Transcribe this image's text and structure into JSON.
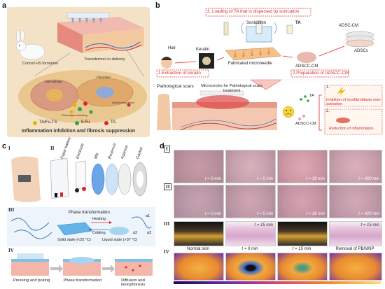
{
  "panels": {
    "a": "a",
    "b": "b",
    "c": "c",
    "d": "d"
  },
  "panel_a": {
    "control": "Control HS formation",
    "transdermal": "Transdermal co-delivery",
    "macrophage": "Macrophage",
    "fibroblast": "Fibroblast",
    "phenotype": "Phenotype switching",
    "antifibrosis": "Anti-fibrosis effect",
    "legend": [
      {
        "label": "TA/Fu-TS",
        "color": "#e6b400"
      },
      {
        "label": "5-Fu",
        "color": "#2aa84a"
      },
      {
        "label": "TA",
        "color": "#d9262b"
      }
    ],
    "caption": "Inflammation inhibition and fibrosis suppression"
  },
  "panel_b": {
    "step3": "3. Loading of TA that is dispersed by sonication",
    "step1": "1.Extraction of keratin",
    "step2": "2.Preparation of ADSCC-CM",
    "sonication": "Sonication",
    "ta": "TA",
    "hair": "Hair",
    "keratin": "Keratin",
    "fabricated": "Fabricated microneedle",
    "adscc_cm": "ADSCC-CM",
    "adsc_cm": "ADSC-CM",
    "adscs": "ADSCs",
    "pathological": "Pathological scars",
    "microcircle": "Microcircles for Pathological scars treatment",
    "ta2": "TA",
    "adscc2": "ADSCC-CM",
    "out1": "Inhibition of myofibroblasts over-activation",
    "out2": "Reduction of inflammation",
    "n1": "1.",
    "n2": "2."
  },
  "panel_c": {
    "roman1": "I",
    "roman2": "II",
    "roman3": "III",
    "roman4": "IV",
    "layers": [
      "Paper battery",
      "Electrode",
      "MN",
      "Reservoir",
      "Agarose",
      "Gasket"
    ],
    "phase": "Phase transformation",
    "heating": "Heating",
    "cooling": "Colding",
    "solid": "Solid state (<25 °C)",
    "liquid": "Liquid state (>37 °C)",
    "a1": "α1",
    "a2": "α2",
    "a3": "α3",
    "step_a": "Pressing and poking",
    "step_b": "Phase transformation",
    "step_c": "Diffusion and iontophoresis"
  },
  "panel_d": {
    "row1": "I",
    "row2": "II",
    "row3": "III",
    "row4": "IV",
    "times": [
      "t = 0 min",
      "t = 5 min",
      "t = 30 min",
      "t = 420 min"
    ],
    "times2": [
      "t = 0 min",
      "t = 5 min",
      "t = 30 min",
      "t = 420 min"
    ],
    "row3_labels": [
      "t = 15 min",
      "t = 15 min"
    ],
    "row4_labels": [
      "Normal skin",
      "t = 0 min",
      "t = 15 min",
      "Removal of PB/MNP"
    ]
  }
}
